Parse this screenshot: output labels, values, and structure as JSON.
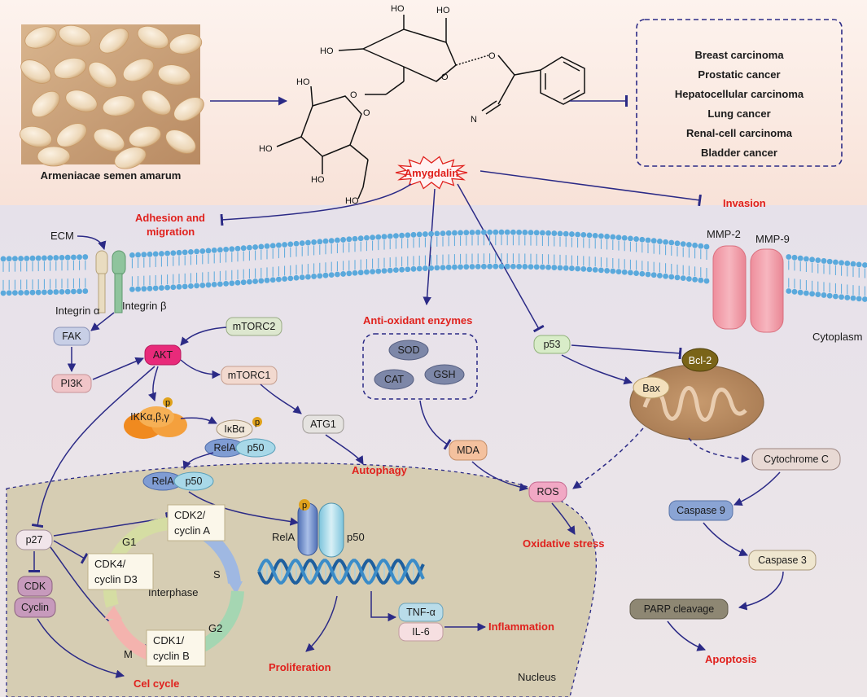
{
  "source": {
    "label": "Armeniacae semen amarum"
  },
  "compound": {
    "name": "Amygdalin",
    "atoms": {
      "ho1": "HO",
      "ho2": "HO",
      "ho3": "HO",
      "ho4": "HO",
      "ho5": "HO",
      "ho6": "HO",
      "ho7": "HO",
      "n": "N"
    }
  },
  "cancers": [
    "Breast carcinoma",
    "Prostatic cancer",
    "Hepatocellular carcinoma",
    "Lung cancer",
    "Renal-cell carcinoma",
    "Bladder cancer"
  ],
  "regions": {
    "cytoplasm": "Cytoplasm",
    "nucleus": "Nucleus",
    "interphase": "Interphase"
  },
  "outcomes": {
    "adhesion_line1": "Adhesion and",
    "adhesion_line2": "migration",
    "invasion": "Invasion",
    "antioxidant": "Anti-oxidant enzymes",
    "autophagy": "Autophagy",
    "oxidative_stress": "Oxidative stress",
    "inflammation": "Inflammation",
    "proliferation": "Proliferation",
    "cell_cycle": "Cel  cycle",
    "apoptosis": "Apoptosis"
  },
  "membrane": {
    "ecm": "ECM",
    "integrin_a": "Integrin α",
    "integrin_b": "Integrin β",
    "mmp2": "MMP-2",
    "mmp9": "MMP-9"
  },
  "nodes": {
    "fak": "FAK",
    "pi3k": "PI3K",
    "akt": "AKT",
    "mtorc2": "mTORC2",
    "mtorc1": "mTORC1",
    "atg1": "ATG1",
    "ikk": "IKKα,β,γ",
    "ikba": "IκBα",
    "rela": "RelA",
    "p50": "p50",
    "p": "p",
    "sod": "SOD",
    "cat": "CAT",
    "gsh": "GSH",
    "mda": "MDA",
    "ros": "ROS",
    "p53": "p53",
    "bcl2": "Bcl-2",
    "bax": "Bax",
    "cytochrome_c": "Cytochrome C",
    "caspase9": "Caspase 9",
    "caspase3": "Caspase 3",
    "parp": "PARP cleavage",
    "p27": "p27",
    "cdk": "CDK",
    "cyclin": "Cyclin",
    "tnf": "TNF-α",
    "il6": "IL-6"
  },
  "cell_cycle": {
    "cdk2_l1": "CDK2/",
    "cdk2_l2": "cyclin A",
    "cdk4_l1": "CDK4/",
    "cdk4_l2": "cyclin D3",
    "cdk1_l1": "CDK1/",
    "cdk1_l2": "cyclin B",
    "g1": "G1",
    "s": "S",
    "g2": "G2",
    "m": "M"
  },
  "colors": {
    "arrow": "#2b2a86",
    "red_text": "#e0211d",
    "top_bg": "#fbe9e0",
    "cell_bg": "#e9e4ea",
    "nucleus_bg": "#d8cfb6",
    "membrane": "#5aa9dc"
  }
}
